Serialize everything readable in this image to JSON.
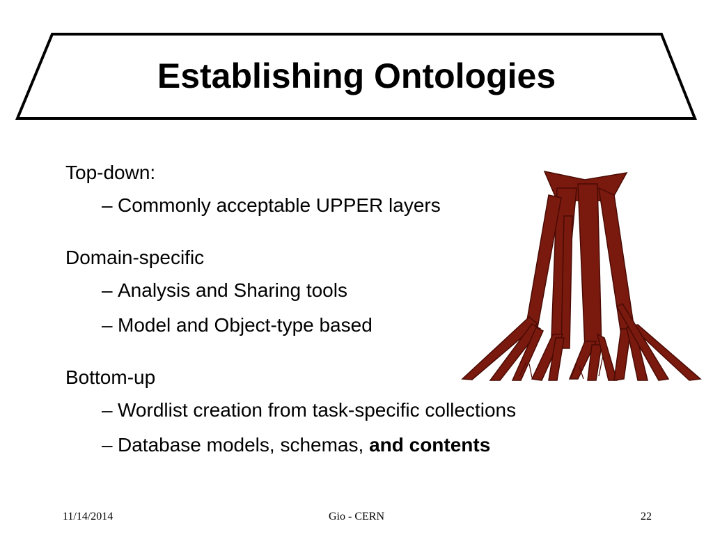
{
  "slide": {
    "title": "Establishing Ontologies",
    "sections": [
      {
        "heading": "Top-down:",
        "bullets": [
          "Commonly acceptable UPPER layers"
        ]
      },
      {
        "heading": "Domain-specific",
        "bullets": [
          "Analysis and Sharing tools",
          "Model and Object-type based"
        ]
      },
      {
        "heading": "Bottom-up",
        "bullets": [
          "Wordlist creation from task-specific collections",
          "Database models, schemas, "
        ],
        "last_bullet_bold_suffix": "and contents"
      }
    ],
    "bullet_dash": "–",
    "colors": {
      "tree": "#7a1a0e",
      "tree_outline": "#4a0a04",
      "frame": "#000000"
    }
  },
  "footer": {
    "date": "11/14/2014",
    "center": "Gio - CERN",
    "page": "22"
  }
}
